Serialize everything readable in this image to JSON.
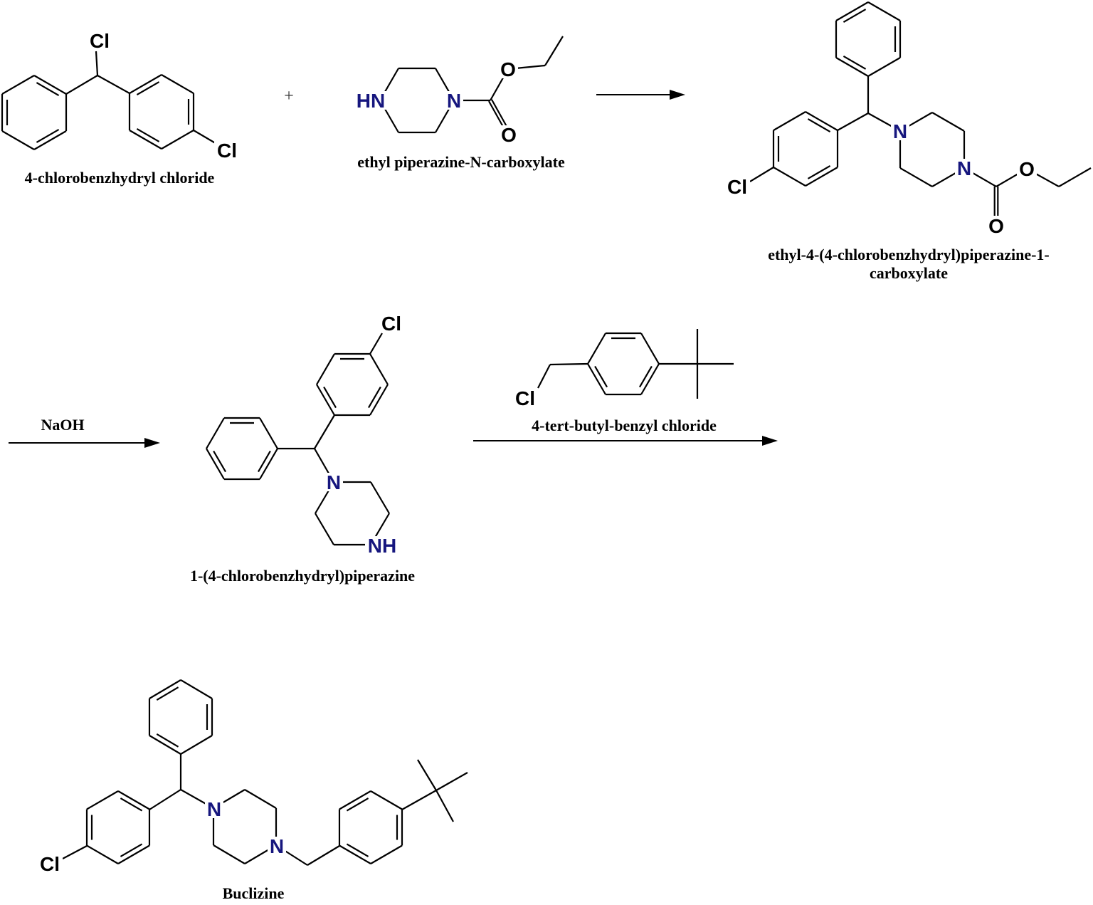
{
  "figure": {
    "type": "reaction-scheme",
    "background": "#ffffff"
  },
  "colors": {
    "bond": "#000000",
    "atom": "#000000",
    "nitrogen": "#16167e",
    "plus": "#333333"
  },
  "operators": {
    "plus": "+"
  },
  "reagents": {
    "naoh": "NaOH"
  },
  "molecules": {
    "chlorobenzhydryl_chloride": {
      "name": "4-chlorobenzhydryl chloride",
      "atoms": {
        "cl_benzylic": "Cl",
        "cl_para": "Cl"
      }
    },
    "ethyl_piperazine_carboxylate": {
      "name": "ethyl piperazine-N-carboxylate",
      "atoms": {
        "hn": "HN",
        "n": "N",
        "o_ester": "O",
        "o_carbonyl": "O"
      }
    },
    "ethyl_chlorobenzhydryl_piperazine_carboxylate": {
      "name_line1": "ethyl-4-(4-chlorobenzhydryl)piperazine-1-",
      "name_line2": "carboxylate",
      "atoms": {
        "cl": "Cl",
        "n1": "N",
        "n2": "N",
        "o_ester": "O",
        "o_carbonyl": "O"
      }
    },
    "chlorobenzhydryl_piperazine": {
      "name": "1-(4-chlorobenzhydryl)piperazine",
      "atoms": {
        "cl": "Cl",
        "n1": "N",
        "nh": "NH"
      }
    },
    "tert_butyl_benzyl_chloride": {
      "name": "4-tert-butyl-benzyl chloride",
      "atoms": {
        "cl": "Cl"
      }
    },
    "buclizine": {
      "name": "Buclizine",
      "atoms": {
        "cl": "Cl",
        "n1": "N",
        "n2": "N"
      }
    }
  }
}
